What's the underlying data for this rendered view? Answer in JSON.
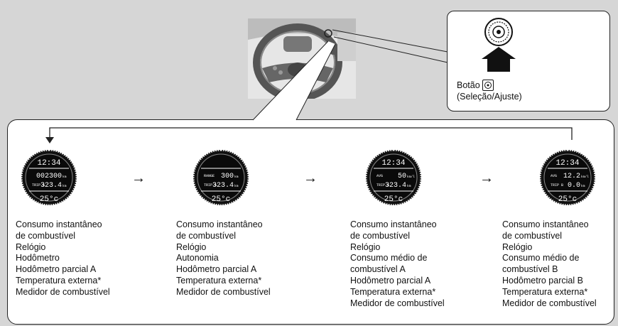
{
  "button": {
    "label_prefix": "Botão",
    "label_sub": "(Seleção/Ajuste)",
    "icon": "selector-dial-icon"
  },
  "arrows": [
    "→",
    "→",
    "→"
  ],
  "gauges": [
    {
      "time": "12:34",
      "row1_label": "",
      "row1_value": "002300",
      "row1_unit": "km",
      "row2_label": "TRIP A",
      "row2_value": "323.4",
      "row2_unit": "km",
      "temp": "25°c"
    },
    {
      "time": "",
      "row1_label": "RANGE",
      "row1_value": "300",
      "row1_unit": "km",
      "row2_label": "TRIP A",
      "row2_value": "323.4",
      "row2_unit": "km",
      "temp": "25°c"
    },
    {
      "time": "12:34",
      "row1_label": "AVG",
      "row1_value": "50",
      "row1_unit": "km/l",
      "row2_label": "TRIP A",
      "row2_value": "323.4",
      "row2_unit": "km",
      "temp": "25°c"
    },
    {
      "time": "12:34",
      "row1_label": "AVG",
      "row1_value": "12.2",
      "row1_unit": "km/l",
      "row2_label": "TRIP B",
      "row2_value": "0.0",
      "row2_unit": "km",
      "temp": "25°c"
    }
  ],
  "captions": [
    [
      "Consumo instantâneo",
      "de combustível",
      "Relógio",
      "Hodômetro",
      "Hodômetro parcial A",
      "Temperatura externa*",
      "Medidor de combustível"
    ],
    [
      "Consumo instantâneo",
      "de combustível",
      "Relógio",
      "Autonomia",
      "Hodômetro parcial A",
      "Temperatura externa*",
      "Medidor de combustível"
    ],
    [
      "Consumo instantâneo",
      "de combustível",
      "Relógio",
      "Consumo médio de",
      "combustível A",
      "Hodômetro parcial A",
      "Temperatura externa*",
      "Medidor de combustível"
    ],
    [
      "Consumo instantâneo",
      "de combustível",
      "Relógio",
      "Consumo médio de",
      "combustível B",
      "Hodômetro parcial B",
      "Temperatura externa*",
      "Medidor de combustível"
    ]
  ]
}
